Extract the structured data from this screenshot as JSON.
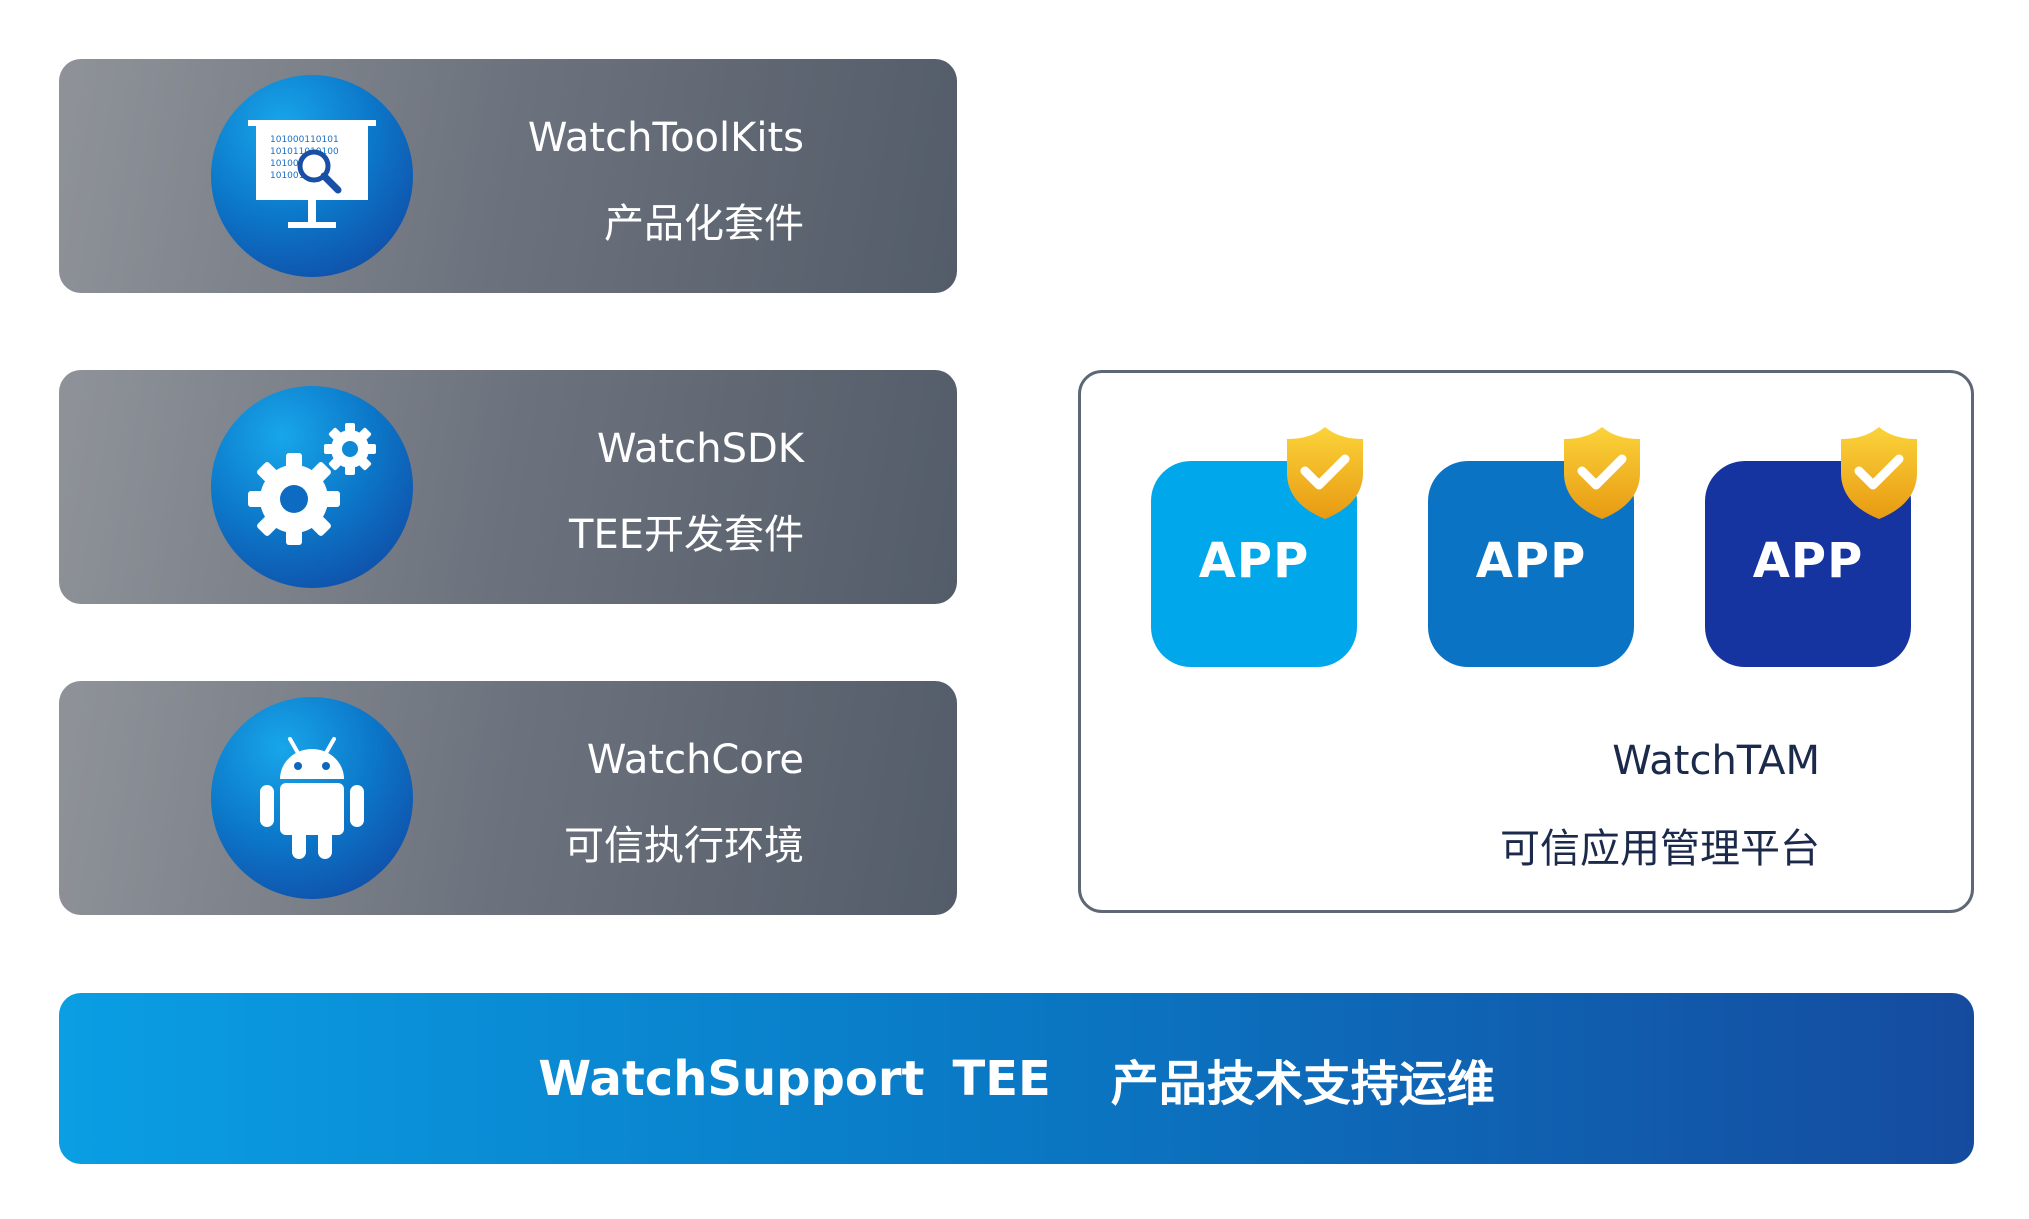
{
  "layers": [
    {
      "title": "WatchToolKits",
      "subtitle": "产品化套件",
      "icon": "presentation-screen-icon"
    },
    {
      "title": "WatchSDK",
      "subtitle": "TEE开发套件",
      "icon": "gears-icon"
    },
    {
      "title": "WatchCore",
      "subtitle": "可信执行环境",
      "icon": "android-icon"
    }
  ],
  "tam": {
    "apps": [
      {
        "label": "APP",
        "color": "#00a7ea"
      },
      {
        "label": "APP",
        "color": "#0b73c4"
      },
      {
        "label": "APP",
        "color": "#1634a0"
      }
    ],
    "badge_icon": "shield-check-icon",
    "badge_color": "#f5b81c",
    "title": "WatchTAM",
    "subtitle": "可信应用管理平台"
  },
  "support": {
    "name": "WatchSupport",
    "tee": "TEE",
    "desc": "产品技术支持运维"
  },
  "screen_binary": [
    "101000110101",
    "101011010100",
    "1010001",
    "1010011"
  ],
  "colors": {
    "layer_gradient_start": "#8f9399",
    "layer_gradient_end": "#535c69",
    "icon_blue": "#0c78c9",
    "support_start": "#0a9ee3",
    "support_end": "#154b9f"
  }
}
